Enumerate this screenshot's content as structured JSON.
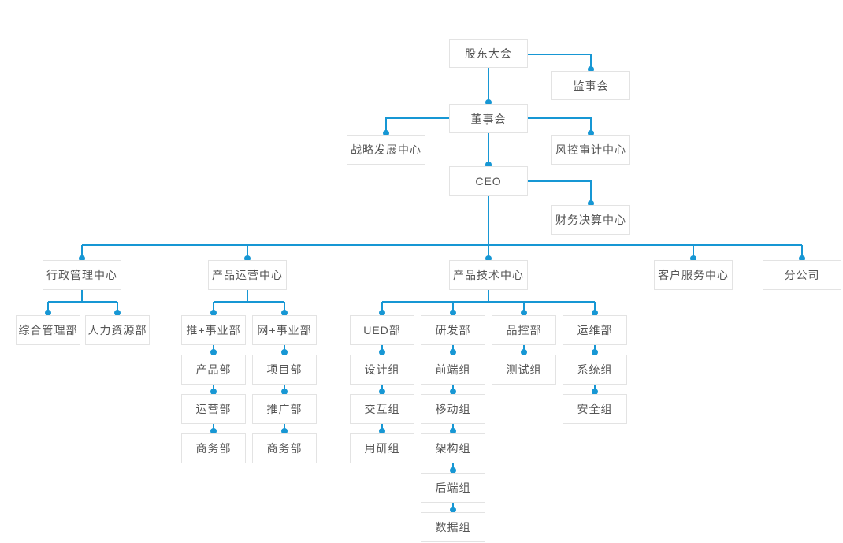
{
  "colors": {
    "line": "#1797d4",
    "dot": "#1797d4",
    "box_border": "#e3e3e3",
    "box_background": "#ffffff",
    "text": "#555555",
    "page_background": "#ffffff"
  },
  "nodes": {
    "shareholders_meeting": "股东大会",
    "supervisory_board": "监事会",
    "board_of_directors": "董事会",
    "strategy_center": "战略发展中心",
    "risk_audit_center": "风控审计中心",
    "ceo": "CEO",
    "finance_center": "财务决算中心",
    "admin_center": "行政管理中心",
    "product_ops_center": "产品运营中心",
    "product_tech_center": "产品技术中心",
    "customer_service_center": "客户服务中心",
    "branch_company": "分公司",
    "general_mgmt_dept": "综合管理部",
    "hr_dept": "人力资源部",
    "tui_business_dept": "推+事业部",
    "wang_business_dept": "网+事业部",
    "product_dept": "产品部",
    "operations_dept": "运营部",
    "business_dept_a": "商务部",
    "project_dept": "项目部",
    "promotion_dept": "推广部",
    "business_dept_b": "商务部",
    "ued_dept": "UED部",
    "rd_dept": "研发部",
    "qc_dept": "品控部",
    "om_dept": "运维部",
    "design_group": "设计组",
    "interaction_group": "交互组",
    "user_research_group": "用研组",
    "frontend_group": "前端组",
    "mobile_group": "移动组",
    "architecture_group": "架构组",
    "backend_group": "后端组",
    "data_group": "数据组",
    "testing_group": "测试组",
    "system_group": "系统组",
    "security_group": "安全组"
  }
}
